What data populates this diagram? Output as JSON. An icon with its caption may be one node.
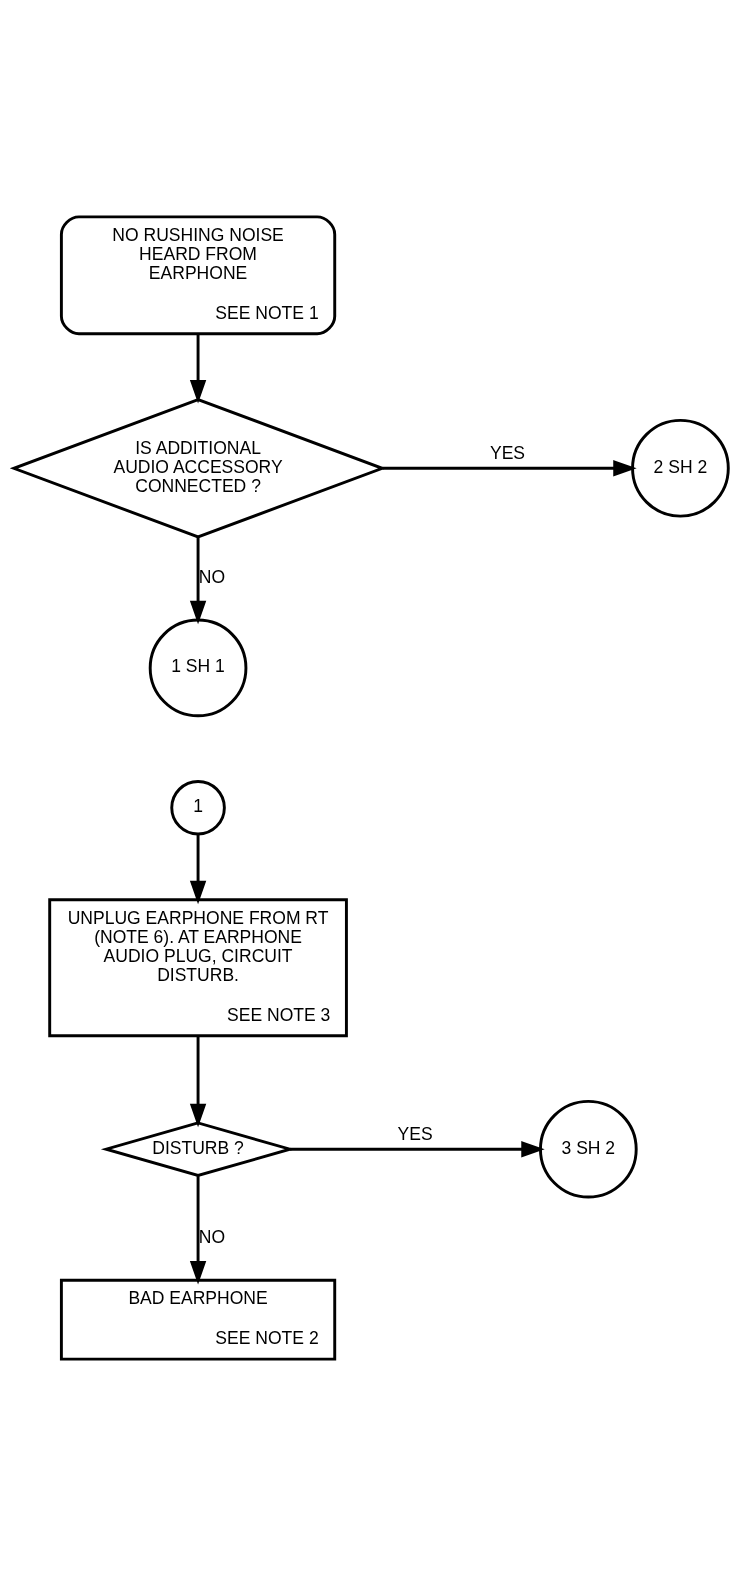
{
  "diagram": {
    "nodes": [
      {
        "text": [
          "NO RUSHING NOISE HEARD FROM EARPHONE",
          "SEE NOTE 1"
        ]
      },
      {
        "text": [
          "IS ADDITIONAL AUDIO ACCESSORY CONNECTED ?"
        ]
      },
      {
        "text": [
          "2 SH 2"
        ]
      },
      {
        "text": [
          "1 SH 1"
        ]
      },
      {
        "text": [
          "1"
        ]
      },
      {
        "text": [
          "UNPLUG EARPHONE FROM RT (NOTE 6). AT EARPHONE AUDIO PLUG, CIRCUIT DISTURB.",
          "SEE NOTE 3"
        ]
      },
      {
        "text": [
          "DISTURB ?"
        ]
      },
      {
        "text": [
          "3 SH 2"
        ]
      },
      {
        "text": [
          "BAD EARPHONE",
          "SEE NOTE 2"
        ]
      }
    ],
    "edges": [
      {
        "from": 0,
        "to": 1,
        "arrow": "to"
      },
      {
        "from": 1,
        "to": 2,
        "arrow": "to",
        "label": "YES"
      },
      {
        "from": 1,
        "to": 3,
        "arrow": "to",
        "label": "NO"
      },
      {
        "from": 4,
        "to": 5,
        "arrow": "to"
      },
      {
        "from": 5,
        "to": 6,
        "arrow": "to"
      },
      {
        "from": 6,
        "to": 7,
        "arrow": "to",
        "label": "YES"
      },
      {
        "from": 6,
        "to": 8,
        "arrow": "to",
        "label": "NO"
      }
    ]
  }
}
